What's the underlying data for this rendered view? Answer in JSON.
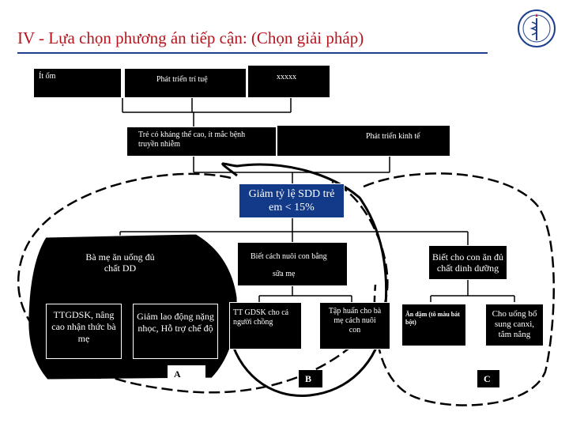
{
  "title": "IV - Lựa chọn phương án tiếp cận: (Chọn giải pháp)",
  "logo_icon": "ministry-of-health-caduceus-emblem",
  "top_boxes": {
    "it_om": "Ít ốm",
    "tri_tue": "Phát triển trí tuệ",
    "xxxxx": "xxxxx"
  },
  "second_row": {
    "khang_the": "Trẻ có kháng thể cao, ít mắc bệnh truyền nhiễm",
    "kinh_te": "Phát triển kinh tế"
  },
  "goal": "Giảm tỷ lệ SDD trẻ em < 15%",
  "branches": {
    "ba_me": "Bà mẹ ăn uống đủ chất DD",
    "nuoi_con": "Biết cách nuôi con bằng",
    "sua_me": "sữa mẹ",
    "dinh_duong": "Biết cho con ăn đủ chất dinh dưỡng"
  },
  "solutions": {
    "ttgdsk": "TTGDSK, nâng cao nhận thức bà mẹ",
    "lao_dong": "Giảm lao động nặng nhọc, Hỗ trợ chế độ",
    "nguoi_chong": "TT GDSK cho cả người chồng",
    "tap_huan": "Tập huấn cho bà mẹ cách nuôi con",
    "an_dam": "Ăn dặm (tô màu bát bột)",
    "canxi": "Cho uống bổ sung canxi, tắm nắng"
  },
  "group_labels": {
    "a": "A",
    "b": "B",
    "c": "C"
  },
  "colors": {
    "title": "#b5161d",
    "rule": "#1f3f8f",
    "goal_fill": "#123a88",
    "logo": "#1f3f8f"
  }
}
